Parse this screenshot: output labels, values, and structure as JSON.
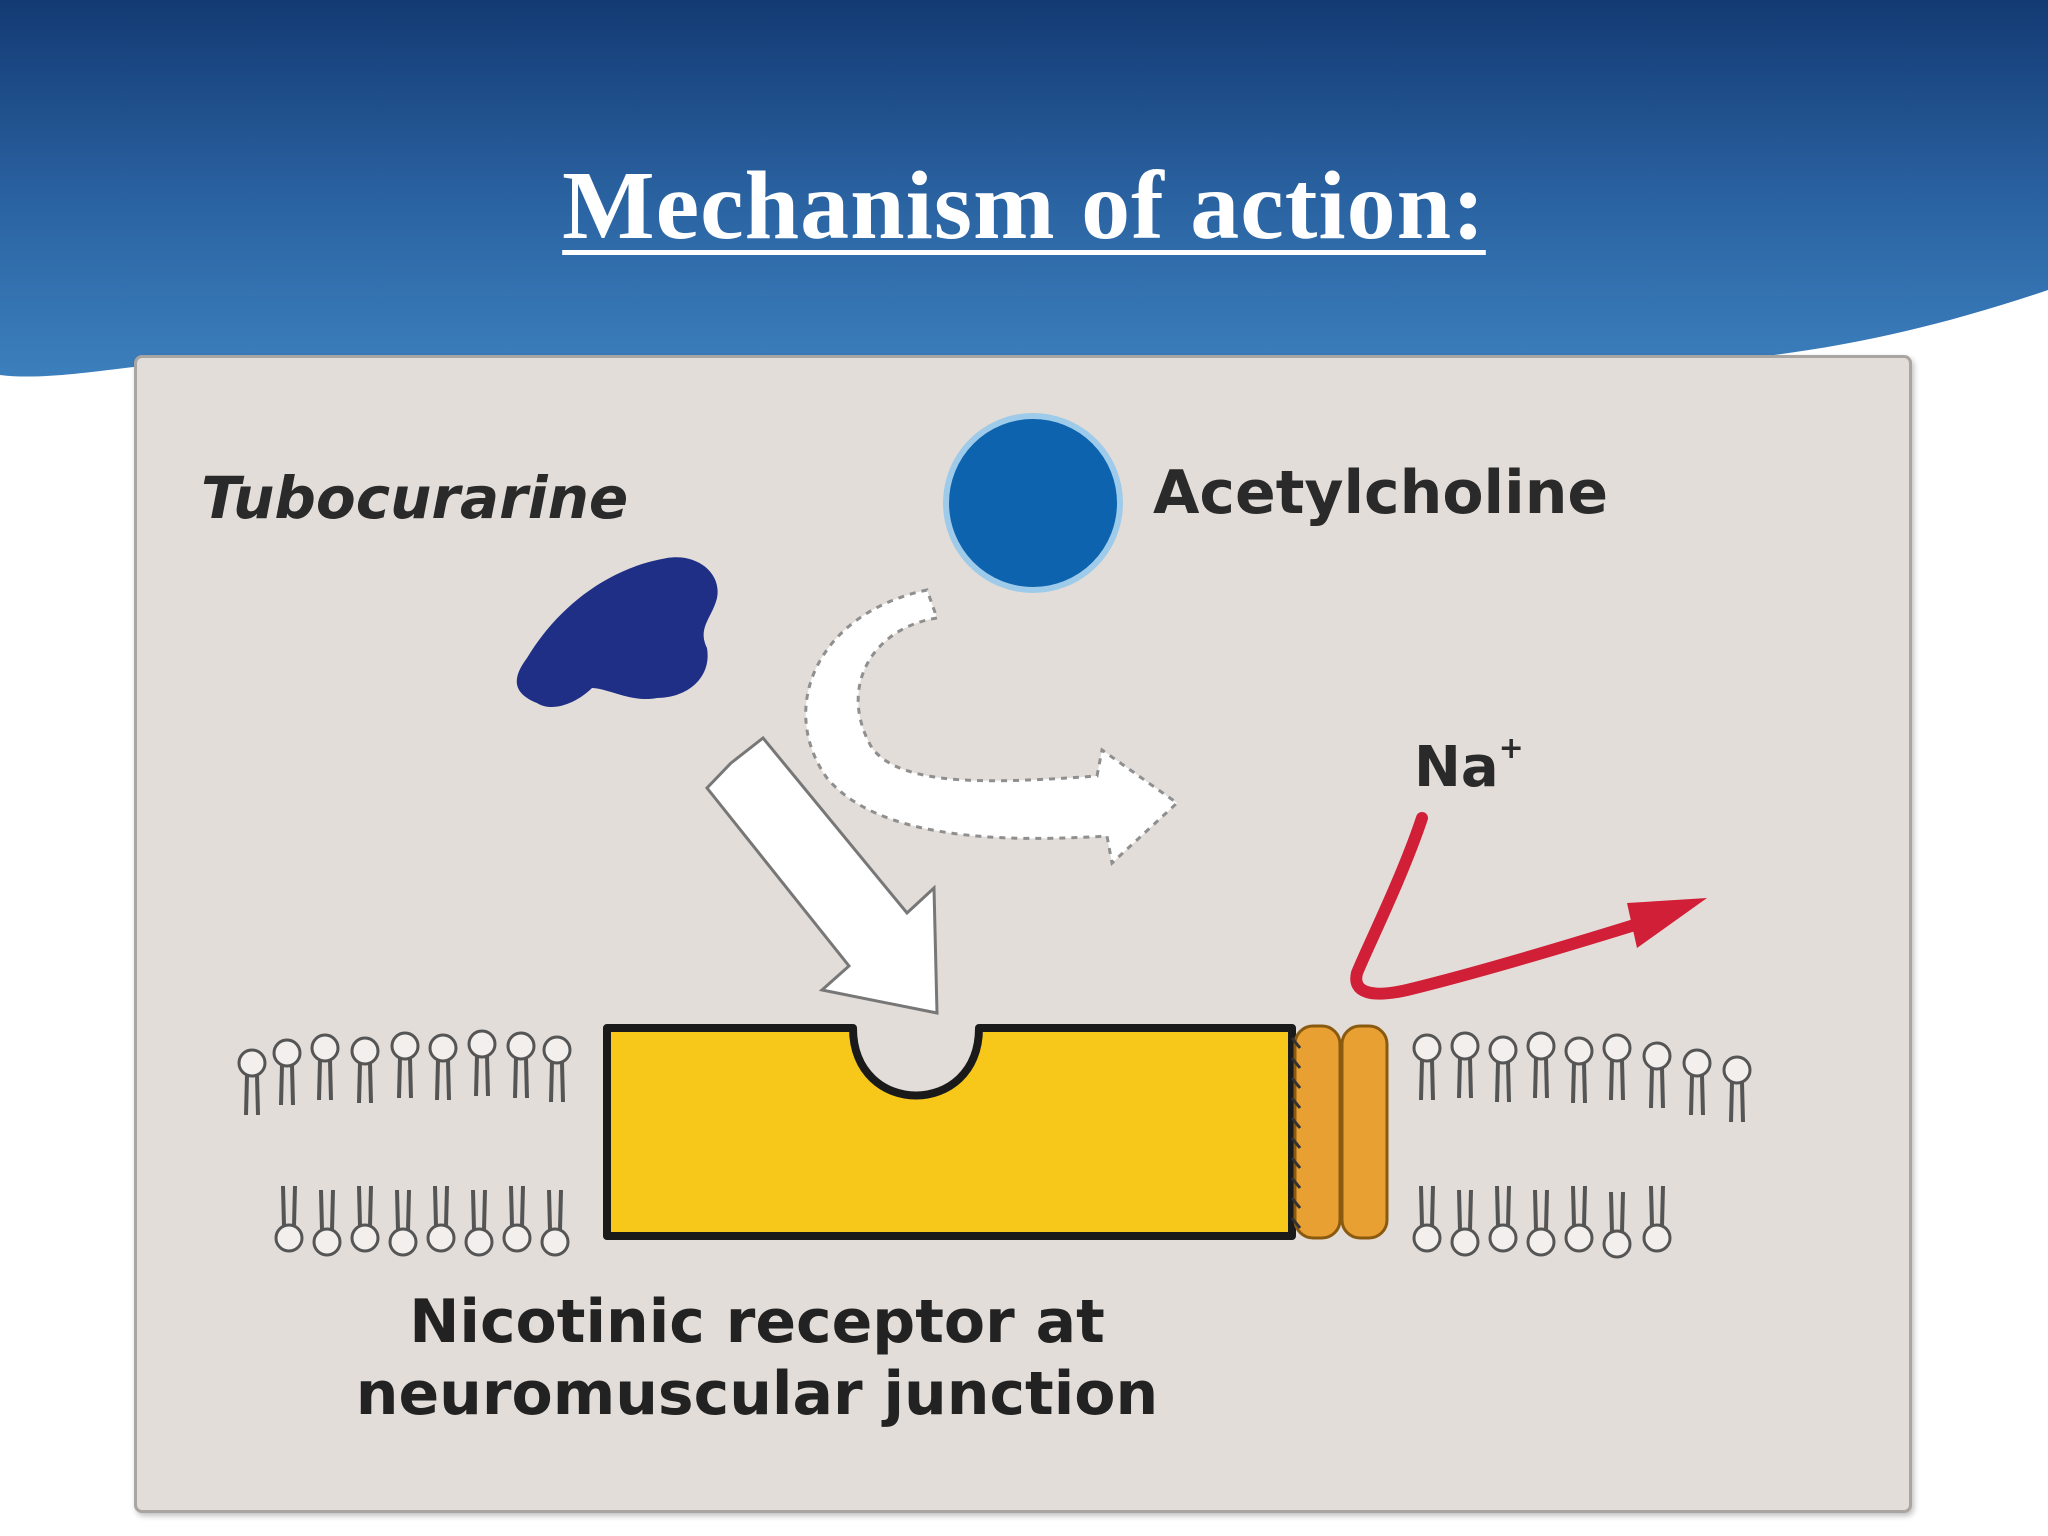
{
  "slide": {
    "title": "Mechanism of action:"
  },
  "diagram": {
    "drug_label": "Tubocurarine",
    "ligand_label": "Acetylcholine",
    "ion_label": "Na",
    "ion_charge": "+",
    "receptor_label_line1": "Nicotinic receptor at",
    "receptor_label_line2": "neuromuscular junction"
  },
  "colors": {
    "header_blue": "#1f5591",
    "panel_bg": "#e3ddd9",
    "receptor_yellow": "#f7c81a",
    "channel_orange": "#e9a032",
    "drug_navy": "#1f2f86",
    "acetylcholine_blue": "#0d63ae",
    "sodium_arrow_red": "#d01f36"
  }
}
